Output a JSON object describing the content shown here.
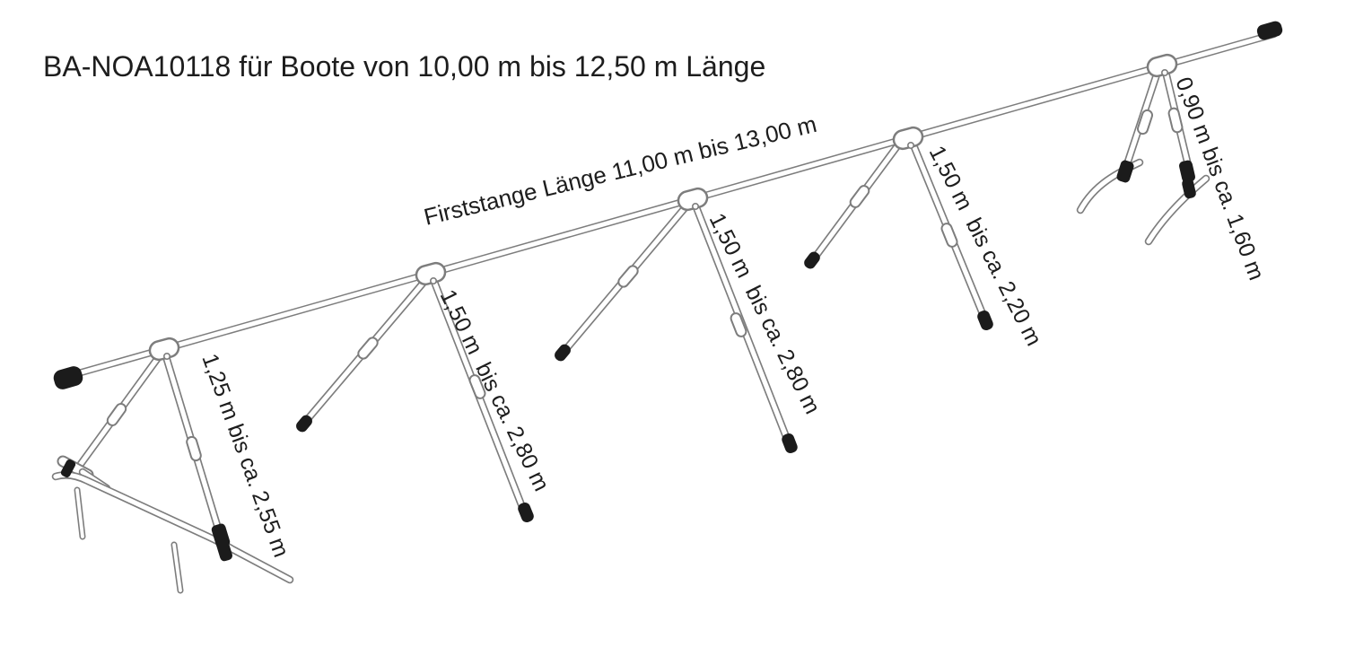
{
  "title": "BA-NOA10118 für Boote von 10,00 m bis 12,50 m Länge",
  "diagram": {
    "ridge_label": "Firststange Länge 11,00 m bis 13,00 m",
    "supports": [
      {
        "label": "1,25 m bis ca. 2,55 m"
      },
      {
        "label": "1,50 m  bis ca. 2,80 m"
      },
      {
        "label": "1,50 m  bis ca. 2,80 m"
      },
      {
        "label": "1,50 m  bis ca. 2,20 m"
      },
      {
        "label": "0,90 m bis ca. 1,60 m"
      }
    ],
    "colors": {
      "outline": "#7d7d7d",
      "text": "#1d1d1d",
      "caps_and_clamps": "#1b1b1b",
      "background": "#ffffff"
    }
  }
}
